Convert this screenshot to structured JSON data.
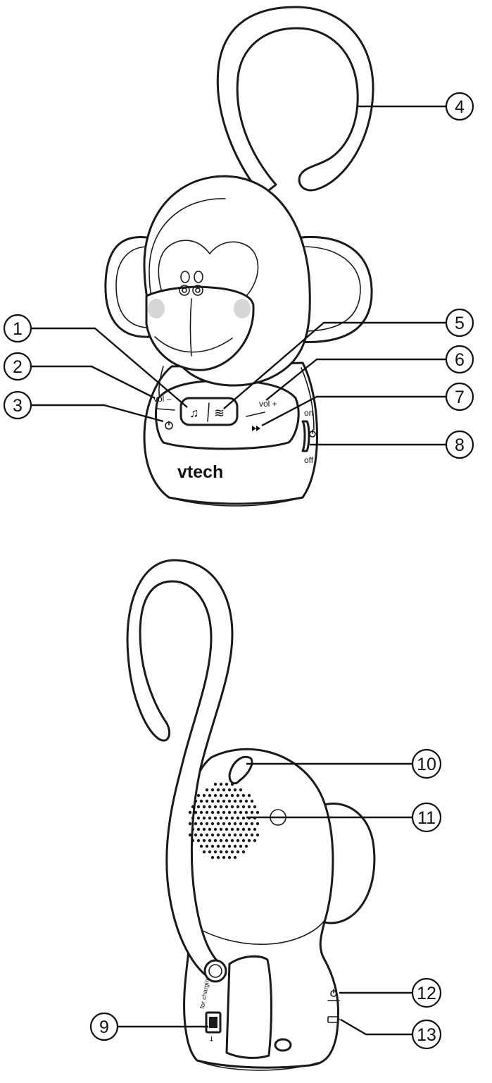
{
  "front_view": {
    "brand": "vtech",
    "labels": {
      "vol_minus": "vol –",
      "vol_plus": "vol +",
      "on": "on",
      "off": "off"
    },
    "icons": {
      "music": "♫",
      "waves": "≋",
      "timer": "timer-icon",
      "skip": "skip-icon",
      "power": "power-icon"
    }
  },
  "back_view": {
    "port_label": "for charging only",
    "icons": [
      "usb-icon",
      "timer-icon",
      "battery-icon"
    ]
  },
  "callouts": [
    "1",
    "2",
    "3",
    "4",
    "5",
    "6",
    "7",
    "8",
    "9",
    "10",
    "11",
    "12",
    "13"
  ]
}
